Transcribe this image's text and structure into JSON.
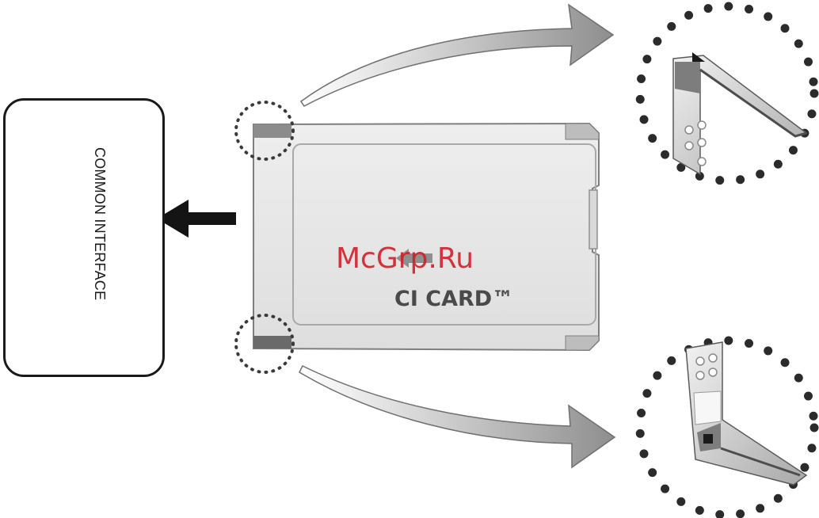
{
  "slot": {
    "label": "COMMON INTERFACE"
  },
  "card": {
    "label": "CI CARD™"
  },
  "watermark": {
    "text": "McGrp.Ru"
  },
  "colors": {
    "card_fill": "#e6e6e6",
    "card_edge": "#8a8a8a",
    "arrow_gray": "#9e9e9e",
    "outline": "#1a1a1a",
    "dots": "#2b2b2b"
  }
}
